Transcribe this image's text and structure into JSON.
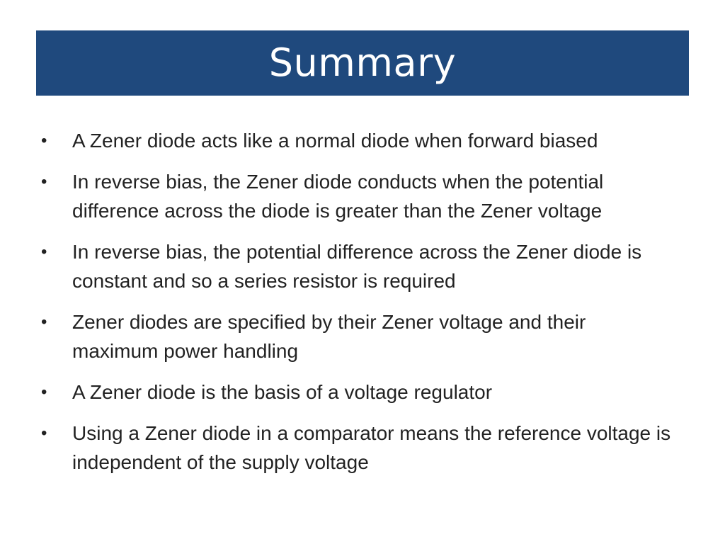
{
  "slide": {
    "title": "Summary",
    "bullet_glyph": "•",
    "bullets": [
      "A Zener diode acts like a normal diode when forward biased",
      "In reverse bias, the Zener diode conducts when the potential difference across the diode is greater than the Zener voltage",
      "In reverse bias, the potential difference across the Zener diode is constant and so a series resistor is required",
      "Zener diodes are specified by their Zener voltage and their maximum power handling",
      "A Zener diode is the basis of a voltage regulator",
      "Using a Zener diode in a comparator means the reference voltage is independent of the supply voltage"
    ]
  },
  "colors": {
    "title_bar": "#1f497d",
    "title_text": "#ffffff",
    "body_text": "#222222"
  }
}
